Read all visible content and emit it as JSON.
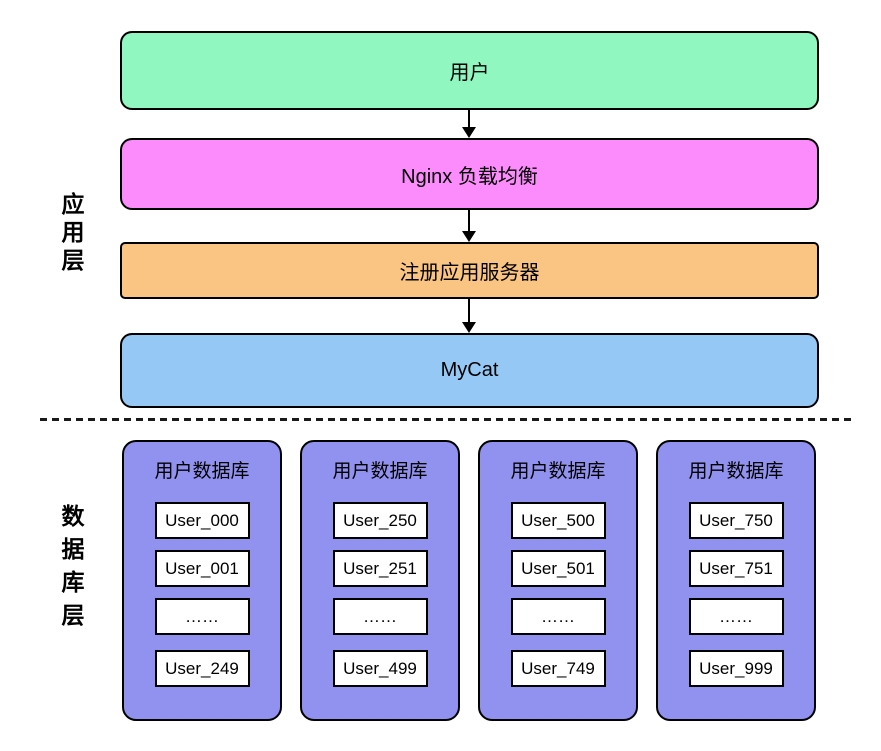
{
  "labels": {
    "app_layer": "应用层",
    "db_layer": "数据库层"
  },
  "app_nodes": [
    {
      "name": "users",
      "label": "用户",
      "color": "#8FF7BF"
    },
    {
      "name": "nginx-load-balancer",
      "label": "Nginx 负载均衡",
      "color": "#FC8CFC"
    },
    {
      "name": "register-app-server",
      "label": "注册应用服务器",
      "color": "#FAC483"
    },
    {
      "name": "mycat",
      "label": "MyCat",
      "color": "#96C8F5"
    }
  ],
  "db_clusters": [
    {
      "title": "用户数据库",
      "color": "#9191F0",
      "tables": [
        "User_000",
        "User_001",
        "……",
        "User_249"
      ]
    },
    {
      "title": "用户数据库",
      "color": "#9191F0",
      "tables": [
        "User_250",
        "User_251",
        "……",
        "User_499"
      ]
    },
    {
      "title": "用户数据库",
      "color": "#9191F0",
      "tables": [
        "User_500",
        "User_501",
        "……",
        "User_749"
      ]
    },
    {
      "title": "用户数据库",
      "color": "#9191F0",
      "tables": [
        "User_750",
        "User_751",
        "……",
        "User_999"
      ]
    }
  ]
}
